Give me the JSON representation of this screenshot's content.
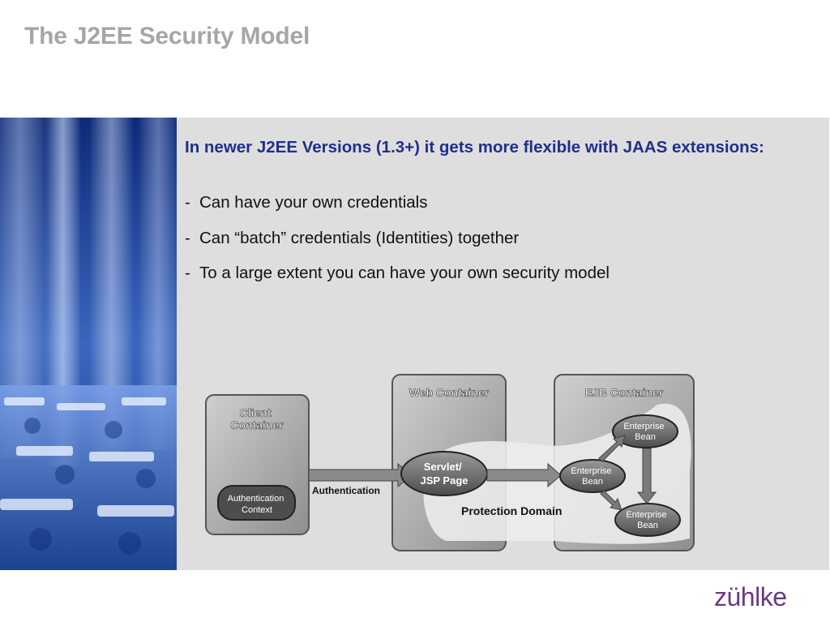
{
  "slide": {
    "title": "The J2EE Security Model",
    "heading": "In newer J2EE Versions (1.3+) it gets more flexible with JAAS extensions:",
    "bullets": [
      {
        "dash": "-",
        "text": "Can have your own credentials"
      },
      {
        "dash": "-",
        "text": "Can “batch” credentials (Identities) together"
      },
      {
        "dash": "-",
        "text": "To a large extent you can have your own security model"
      }
    ]
  },
  "diagram": {
    "client_container": [
      "Client",
      "Container"
    ],
    "auth_context": [
      "Authentication",
      "Context"
    ],
    "authentication_label": "Authentication",
    "web_container": "Web Container",
    "servlet": [
      "Servlet/",
      "JSP Page"
    ],
    "ejb_container": "EJB Container",
    "enterprise_bean": [
      "Enterprise",
      "Bean"
    ],
    "protection_domain": "Protection Domain"
  },
  "logo": "zühlke",
  "colors": {
    "heading": "#1f2f8c",
    "title": "#a6a6a6",
    "panel": "#dedede",
    "logo": "#6a3a80"
  }
}
